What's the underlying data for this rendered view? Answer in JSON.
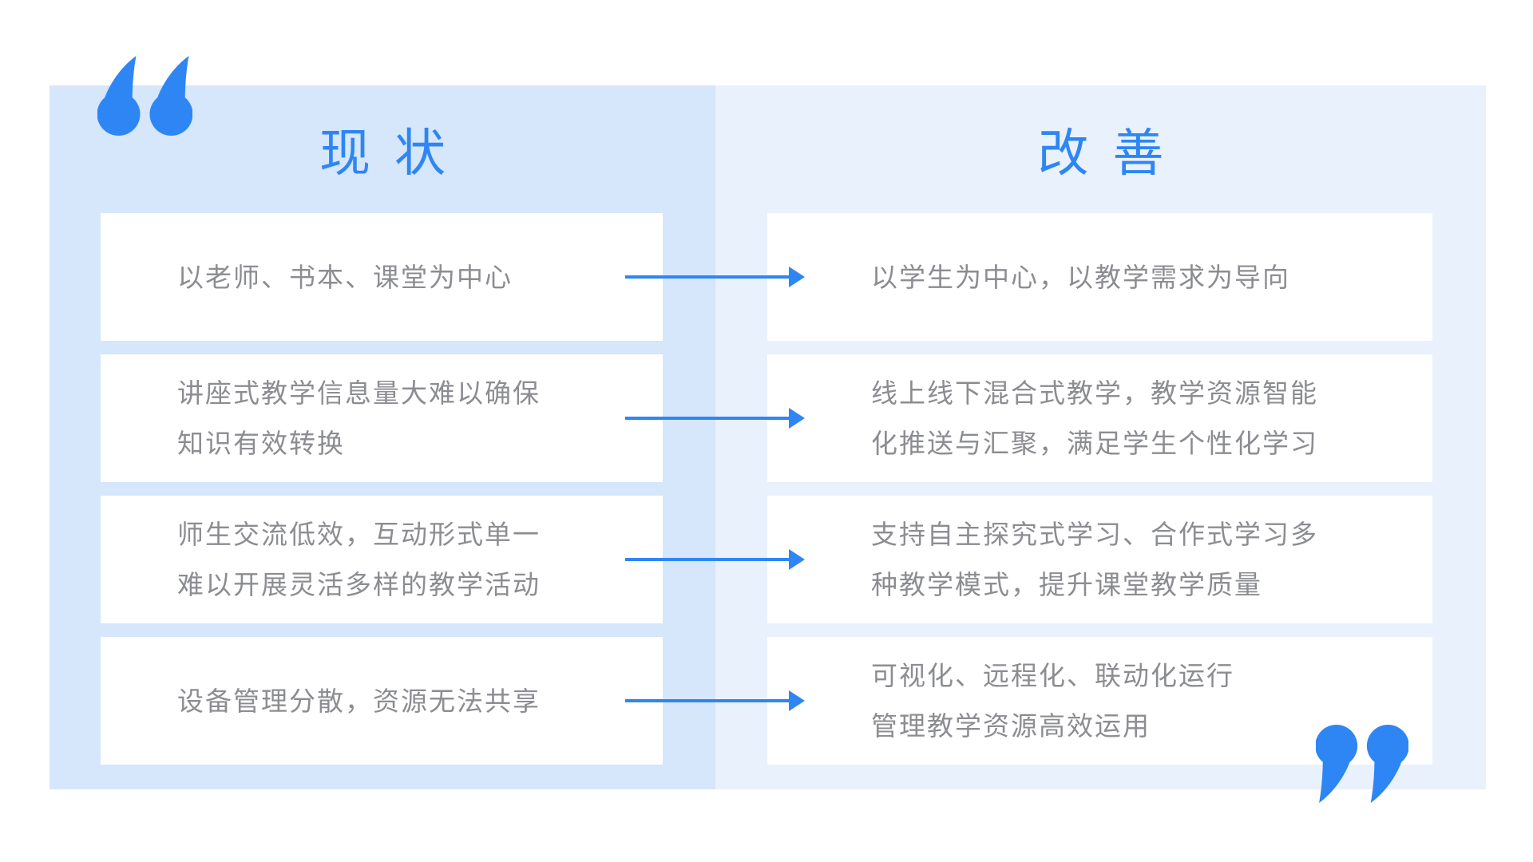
{
  "slide": {
    "left": {
      "title": "现状",
      "items": [
        {
          "lines": [
            "以老师、书本、课堂为中心"
          ]
        },
        {
          "lines": [
            "讲座式教学信息量大难以确保",
            "知识有效转换"
          ]
        },
        {
          "lines": [
            "师生交流低效，互动形式单一",
            "难以开展灵活多样的教学活动"
          ]
        },
        {
          "lines": [
            "设备管理分散，资源无法共享"
          ]
        }
      ]
    },
    "right": {
      "title": "改善",
      "items": [
        {
          "lines": [
            "以学生为中心，以教学需求为导向"
          ]
        },
        {
          "lines": [
            "线上线下混合式教学，教学资源智能",
            "化推送与汇聚，满足学生个性化学习"
          ]
        },
        {
          "lines": [
            "支持自主探究式学习、合作式学习多",
            "种教学模式，提升课堂教学质量"
          ]
        },
        {
          "lines": [
            "可视化、远程化、联动化运行",
            "管理教学资源高效运用"
          ]
        }
      ]
    },
    "icons": {
      "open_quote": "open-quote-icon",
      "close_quote": "close-quote-icon",
      "arrow": "arrow-right-icon"
    }
  },
  "colors": {
    "accent": "#2e86f5",
    "left_panel": "#d6e6fb",
    "right_panel": "#e9f1fd",
    "card": "#ffffff",
    "text": "#8c8d91"
  }
}
